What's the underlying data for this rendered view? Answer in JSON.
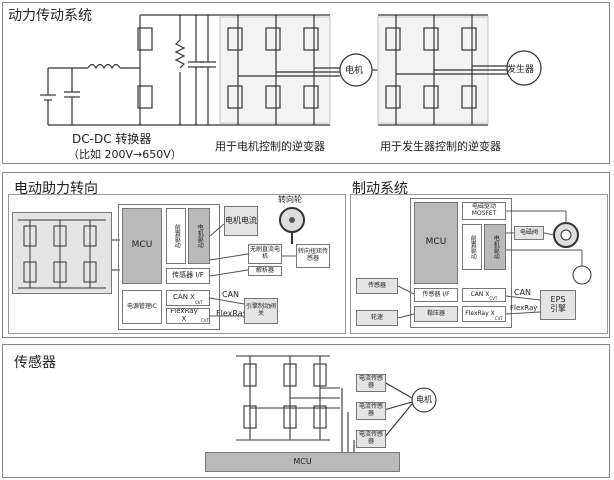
{
  "section1": {
    "title": "动力传动系统",
    "dcdc_label": "DC-DC 转换器",
    "dcdc_sub": "（比如 200V→650V）",
    "motor_inverter": "用于电机控制的逆变器",
    "generator_inverter": "用于发生器控制的逆变器",
    "motor": "电机",
    "generator": "发生器"
  },
  "section2": {
    "title": "电动助力转向",
    "mcu": "MCU",
    "predrive": "前置驱动",
    "motor_drive": "电机驱动",
    "motor_current": "电机电流",
    "steering_wheel": "转向轮",
    "brushless_motor": "无刷直流电机",
    "torque_sensor": "转向扭矩传感器",
    "resolver": "解析器",
    "sensor_if": "传感器 I/F",
    "power_ic": "电源管理IC",
    "can_xcvr": "CAN X",
    "flexray_xcvr": "FlexRay X",
    "cvt": "CVT",
    "can": "CAN",
    "flexray": "FlexRay",
    "engine_ctrl": "引擎制动阀关"
  },
  "section3": {
    "title": "制动系统",
    "mcu": "MCU",
    "em_drive": "电磁驱动",
    "mosfet": "MOSFET",
    "predrive": "前置驱动",
    "motor_drive": "电机驱动",
    "solenoid": "电磁阀",
    "motor": "电机",
    "sensor": "传感器",
    "sensor_if": "传感器 I/F",
    "can_xcvr": "CAN X",
    "flexray_xcvr": "FlexRay X",
    "cvt": "CVT",
    "regulator": "稳压器",
    "wheel_speed": "轮速",
    "can": "CAN",
    "flexray": "FlexRay",
    "eps": "EPS",
    "engine": "引擎"
  },
  "section4": {
    "title": "传感器",
    "current_sensor": "电流传感器",
    "motor": "电机",
    "mcu": "MCU"
  }
}
